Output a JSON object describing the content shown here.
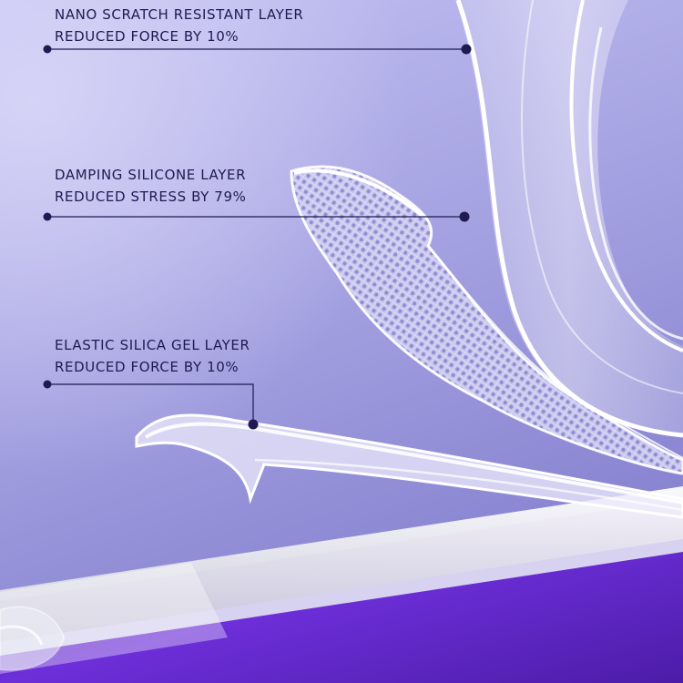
{
  "callouts": [
    {
      "title": "NANO SCRATCH RESISTANT LAYER",
      "subtitle": "REDUCED FORCE BY 10%"
    },
    {
      "title": "DAMPING SILICONE LAYER",
      "subtitle": "REDUCED STRESS BY 79%"
    },
    {
      "title": "ELASTIC SILICA GEL LAYER",
      "subtitle": "REDUCED FORCE BY 10%"
    }
  ],
  "colors": {
    "background_top": "#bdbbf0",
    "background_bottom": "#8480cc",
    "text": "#1f1a52",
    "leader_line": "#1f1a52",
    "device_glow": "#6f2fd8"
  }
}
